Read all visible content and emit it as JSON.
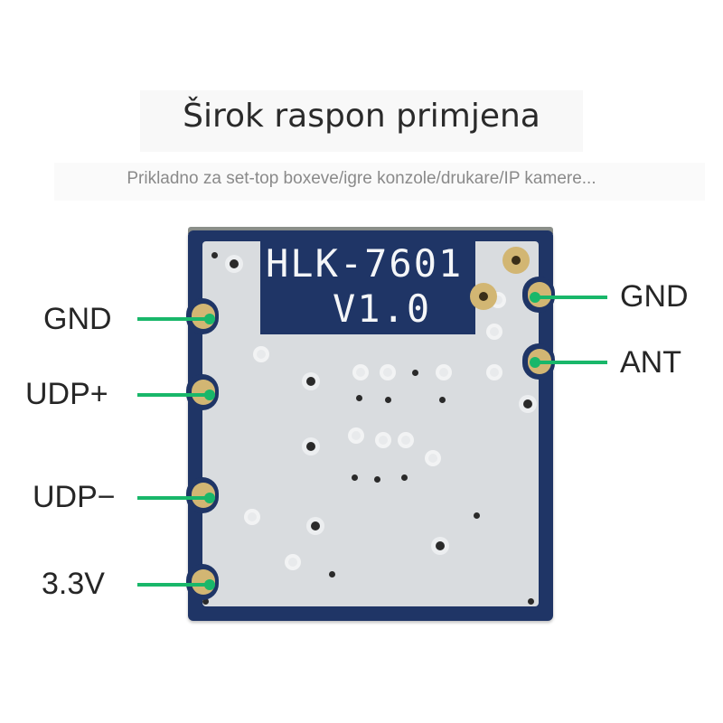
{
  "header": {
    "title": "Širok raspon primjena",
    "subtitle": "Prikladno za set-top boxeve/igre konzole/drukare/IP kamere..."
  },
  "module": {
    "silkscreen_model": "HLK-7601",
    "silkscreen_version": "V1.0",
    "board_color": "#1f3566",
    "shield_color": "#d9dcdf",
    "pad_color": "#d2b673",
    "lead_color": "#19b76a"
  },
  "pins": {
    "left": [
      {
        "label": "GND"
      },
      {
        "label": "UDP+"
      },
      {
        "label": "UDP−"
      },
      {
        "label": "3.3V"
      }
    ],
    "right": [
      {
        "label": "GND"
      },
      {
        "label": "ANT"
      }
    ]
  }
}
